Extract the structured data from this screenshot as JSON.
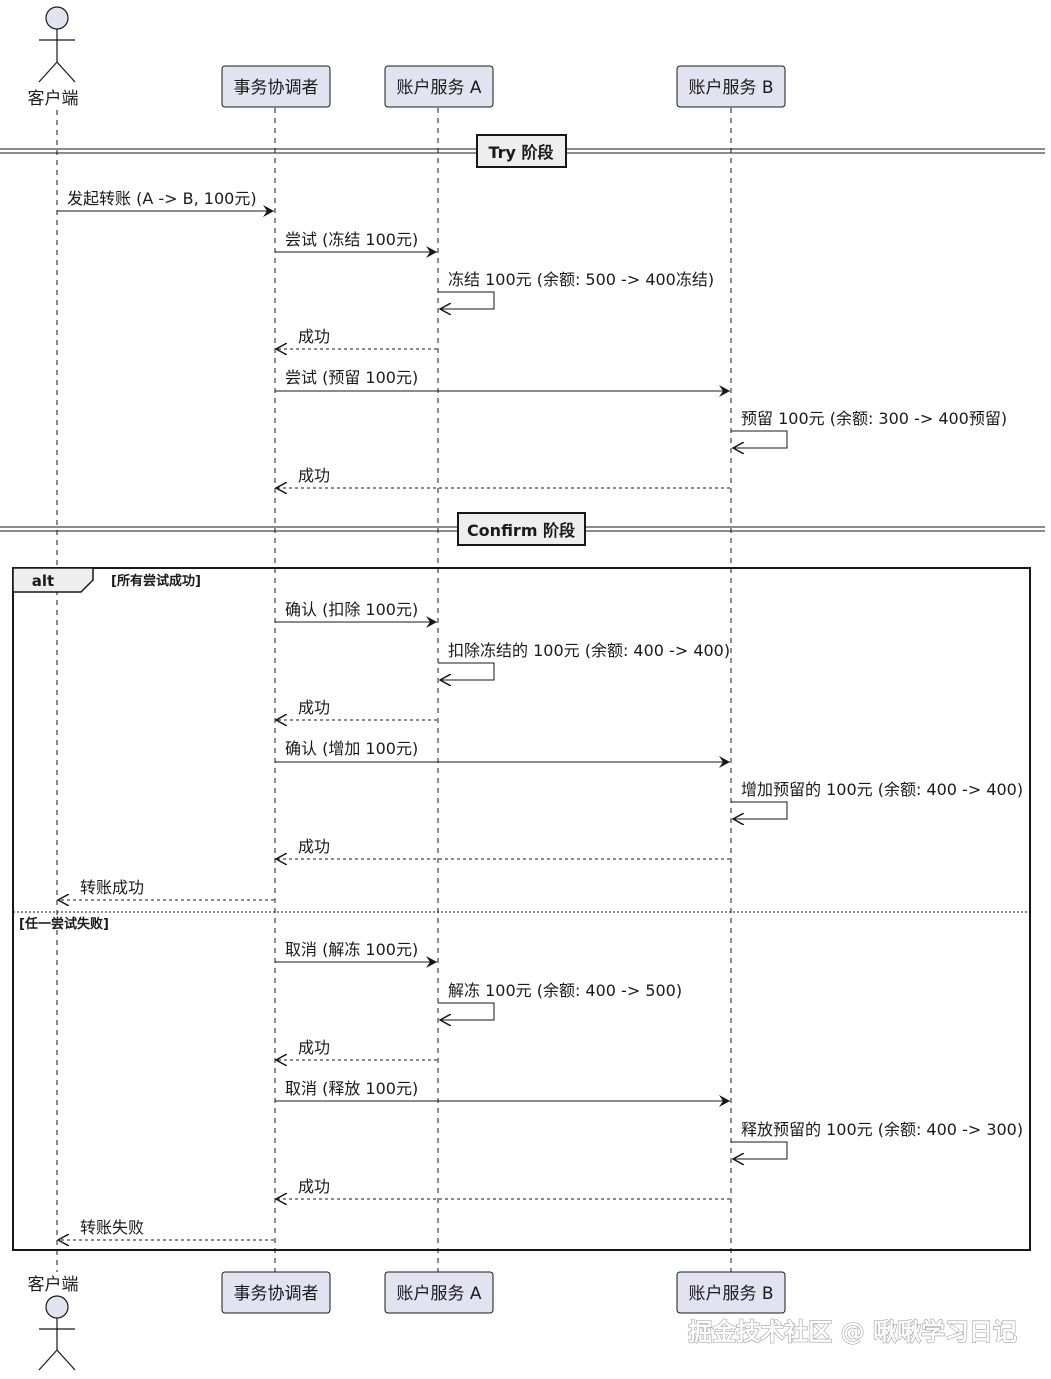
{
  "participants": {
    "client": {
      "label": "客户端"
    },
    "coordinator": {
      "label": "事务协调者"
    },
    "account_a": {
      "label": "账户服务 A"
    },
    "account_b": {
      "label": "账户服务 B"
    }
  },
  "dividers": {
    "try": "Try 阶段",
    "confirm": "Confirm 阶段"
  },
  "alt": {
    "keyword": "alt",
    "guard_success": "[所有尝试成功]",
    "guard_fail": "[任一尝试失败]"
  },
  "messages": {
    "m1": "发起转账 (A -> B, 100元)",
    "m2": "尝试 (冻结 100元)",
    "m3": "冻结 100元 (余额: 500 -> 400冻结)",
    "m4": "成功",
    "m5": "尝试 (预留 100元)",
    "m6": "预留 100元 (余额: 300 -> 400预留)",
    "m7": "成功",
    "m8": "确认 (扣除 100元)",
    "m9": "扣除冻结的 100元 (余额: 400 -> 400)",
    "m10": "成功",
    "m11": "确认 (增加 100元)",
    "m12": "增加预留的 100元 (余额: 400 -> 400)",
    "m13": "成功",
    "m14": "转账成功",
    "m15": "取消 (解冻 100元)",
    "m16": "解冻 100元 (余额: 400 -> 500)",
    "m17": "成功",
    "m18": "取消 (释放 100元)",
    "m19": "释放预留的 100元 (余额: 400 -> 300)",
    "m20": "成功",
    "m21": "转账失败"
  },
  "watermark": "掘金技术社区 @ 啾啾学习日记",
  "colors": {
    "participant_fill": "#e2e2f0",
    "participant_stroke": "#181818",
    "line": "#181818"
  }
}
